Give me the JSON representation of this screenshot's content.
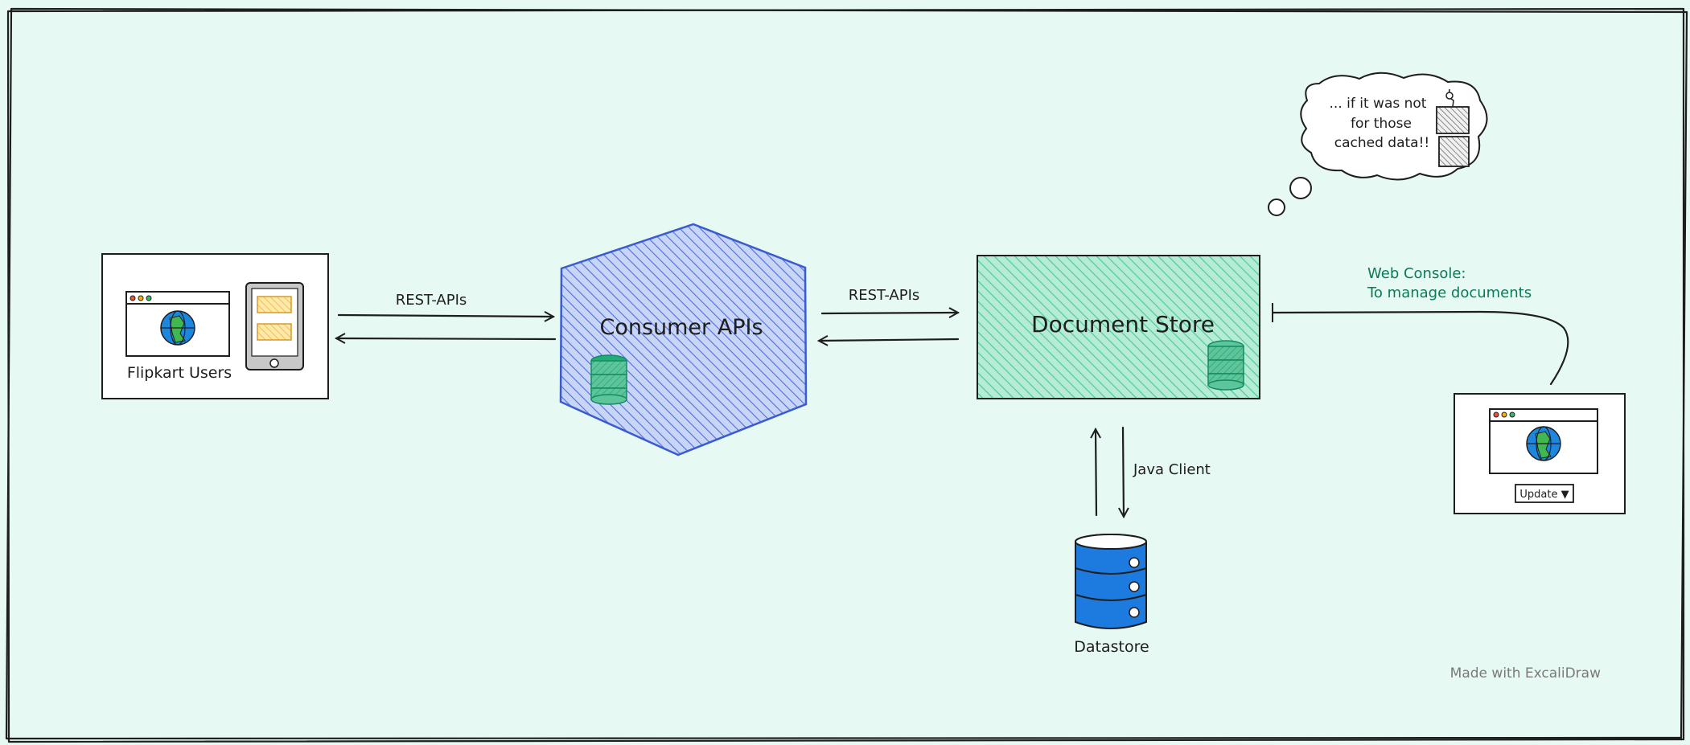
{
  "canvas": {
    "background": "#e6f9f2",
    "border_color": "#3a3a3a"
  },
  "users": {
    "label": "Flipkart Users"
  },
  "edges": {
    "users_to_consumer": "REST-APIs",
    "consumer_to_store": "REST-APIs",
    "store_to_datastore": "Java Client"
  },
  "consumer": {
    "label": "Consumer APIs",
    "fill": "#4a6ee0"
  },
  "store": {
    "label": "Document Store",
    "fill": "#5fd3a8"
  },
  "datastore": {
    "label": "Datastore",
    "fill": "#1d7be0"
  },
  "thought": {
    "lines": [
      "... if it was not",
      "for those",
      "cached data!!"
    ]
  },
  "console": {
    "title_line1": "Web Console:",
    "title_line2": "To manage documents",
    "button_label": "Update ▼",
    "label_color": "#0b7a5a"
  },
  "footer": {
    "credit": "Made with ExcaliDraw"
  },
  "icons": {
    "browser": "browser-globe-icon",
    "phone": "mobile-phone-icon",
    "database": "database-icon",
    "server": "server-stack-icon"
  }
}
